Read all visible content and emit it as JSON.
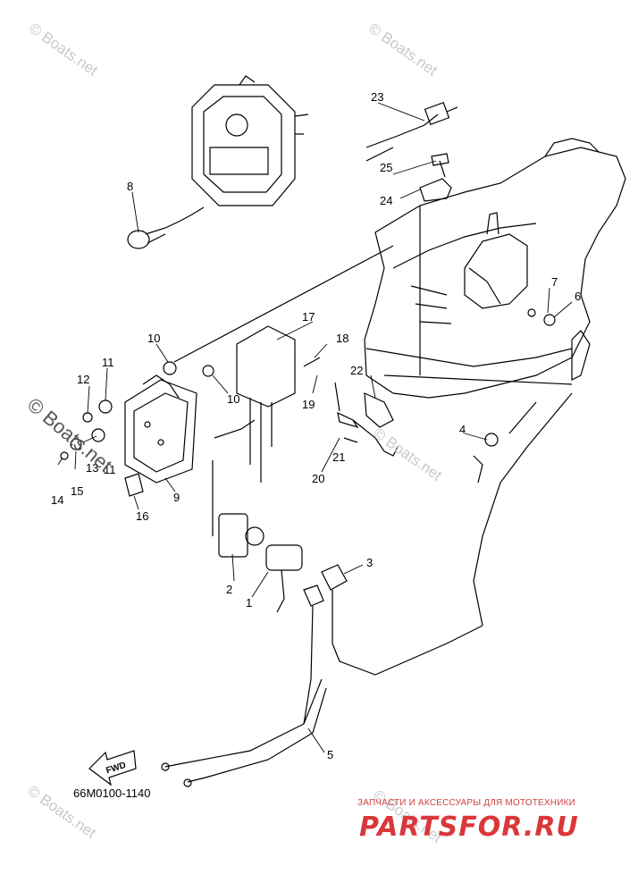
{
  "watermark": "© Boats.net",
  "callouts": [
    "1",
    "2",
    "3",
    "4",
    "5",
    "6",
    "7",
    "8",
    "9",
    "10",
    "10",
    "11",
    "11",
    "12",
    "13",
    "14",
    "15",
    "16",
    "17",
    "18",
    "19",
    "20",
    "21",
    "22",
    "23",
    "24",
    "25"
  ],
  "fwd_label": "FWD",
  "diagram_code": "66M0100-1140",
  "promo_text": "ЗАПЧАСТИ И АКСЕССУАРЫ ДЛЯ МОТОТЕХНИКИ",
  "logo_text": "PARTSFOR.RU",
  "colors": {
    "line": "#000000",
    "watermark": "#c9c9c9",
    "logo": "#d9383a"
  }
}
